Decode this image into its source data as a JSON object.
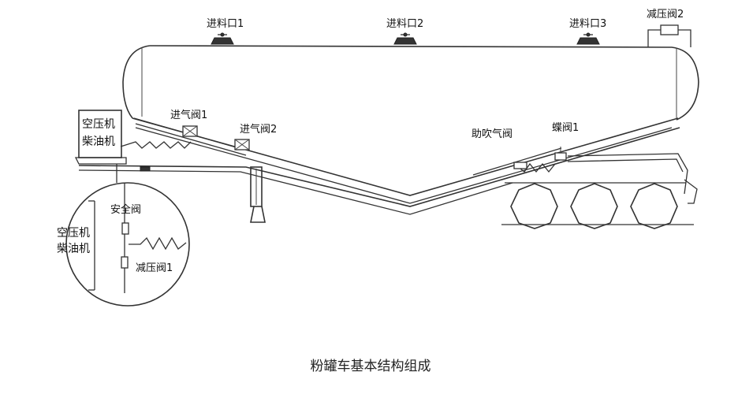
{
  "labels": {
    "inlet1": "进料口1",
    "inlet2": "进料口2",
    "inlet3": "进料口3",
    "relief_valve2": "减压阀2",
    "air_valve1": "进气阀1",
    "air_valve2": "进气阀2",
    "assist_valve": "助吹气阀",
    "butterfly_valve1": "蝶阀1",
    "compressor_top": "空压机",
    "diesel_top": "柴油机",
    "safety_valve": "安全阀",
    "compressor_detail": "空压机",
    "diesel_detail": "柴油机",
    "relief_valve1": "减压阀1"
  },
  "caption": "粉罐车基本结构组成"
}
